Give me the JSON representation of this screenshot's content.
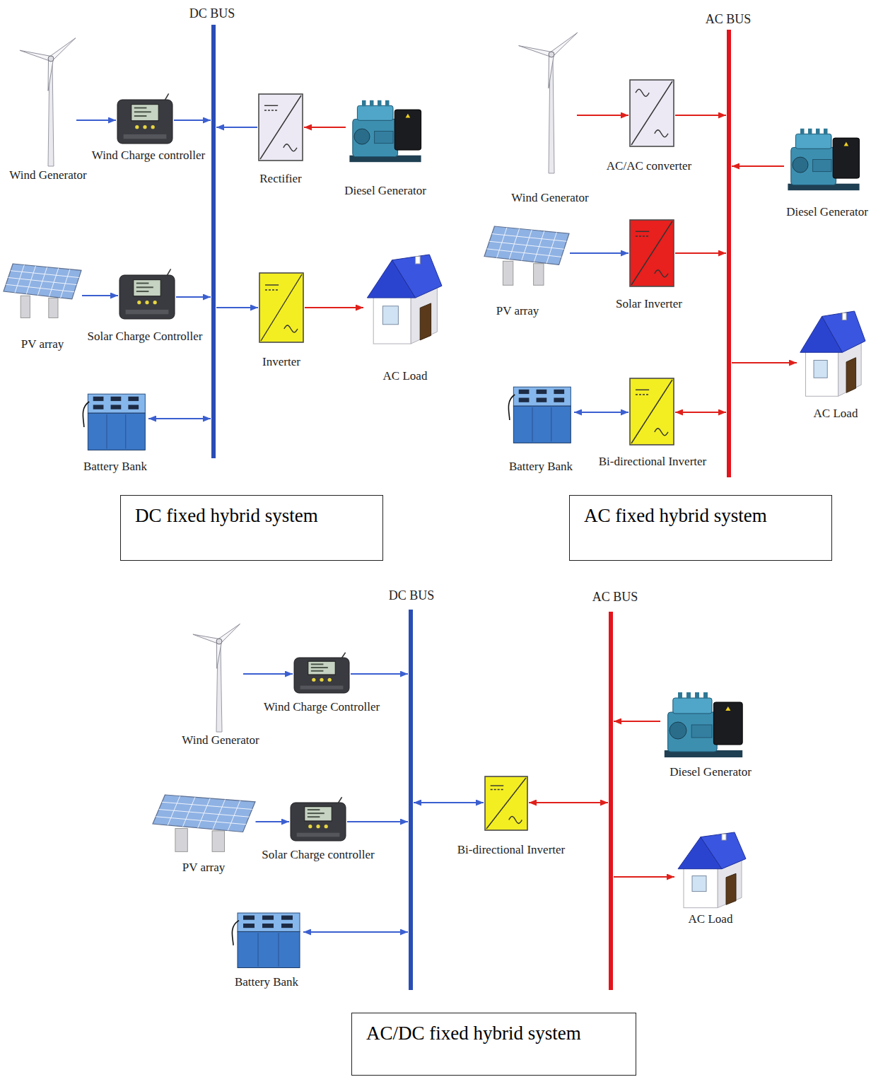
{
  "diagram": {
    "nodes": [
      {
        "text": [
          "DC BUS"
        ]
      },
      {
        "text": [
          "Wind Generator"
        ]
      },
      {
        "text": [
          "Wind Charge controller"
        ]
      },
      {
        "text": [
          "Rectifier"
        ]
      },
      {
        "text": [
          "Diesel Generator"
        ]
      },
      {
        "text": [
          "PV array"
        ]
      },
      {
        "text": [
          "Solar Charge Controller"
        ]
      },
      {
        "text": [
          "Inverter"
        ]
      },
      {
        "text": [
          "AC Load"
        ]
      },
      {
        "text": [
          "Battery Bank"
        ]
      },
      {
        "text": [
          "DC fixed hybrid system"
        ]
      },
      {
        "text": [
          "AC BUS"
        ]
      },
      {
        "text": [
          "Wind Generator"
        ]
      },
      {
        "text": [
          "AC/AC converter"
        ]
      },
      {
        "text": [
          "Diesel Generator"
        ]
      },
      {
        "text": [
          "PV array"
        ]
      },
      {
        "text": [
          "Solar Inverter"
        ]
      },
      {
        "text": [
          "AC Load"
        ]
      },
      {
        "text": [
          "Battery Bank"
        ]
      },
      {
        "text": [
          "Bi-directional Inverter"
        ]
      },
      {
        "text": [
          "AC fixed hybrid system"
        ]
      },
      {
        "text": [
          "DC BUS"
        ]
      },
      {
        "text": [
          "AC BUS"
        ]
      },
      {
        "text": [
          "Wind Generator"
        ]
      },
      {
        "text": [
          "Wind Charge Controller"
        ]
      },
      {
        "text": [
          "PV array"
        ]
      },
      {
        "text": [
          "Solar Charge controller"
        ]
      },
      {
        "text": [
          "Bi-directional Inverter"
        ]
      },
      {
        "text": [
          "Diesel Generator"
        ]
      },
      {
        "text": [
          "AC Load"
        ]
      },
      {
        "text": [
          "Battery Bank"
        ]
      },
      {
        "text": [
          "AC/DC fixed hybrid system"
        ]
      }
    ],
    "edges": [
      {
        "from": 1,
        "to": 2,
        "arrow": "to"
      },
      {
        "from": 2,
        "to": 0,
        "arrow": "to"
      },
      {
        "from": 4,
        "to": 3,
        "arrow": "to"
      },
      {
        "from": 3,
        "to": 0,
        "arrow": "to"
      },
      {
        "from": 5,
        "to": 6,
        "arrow": "to"
      },
      {
        "from": 6,
        "to": 0,
        "arrow": "to"
      },
      {
        "from": 0,
        "to": 7,
        "arrow": "to"
      },
      {
        "from": 7,
        "to": 8,
        "arrow": "to"
      },
      {
        "from": 9,
        "to": 0,
        "arrow": "both"
      },
      {
        "from": 12,
        "to": 13,
        "arrow": "to"
      },
      {
        "from": 13,
        "to": 11,
        "arrow": "to"
      },
      {
        "from": 14,
        "to": 11,
        "arrow": "to"
      },
      {
        "from": 15,
        "to": 16,
        "arrow": "to"
      },
      {
        "from": 16,
        "to": 11,
        "arrow": "to"
      },
      {
        "from": 11,
        "to": 17,
        "arrow": "to"
      },
      {
        "from": 18,
        "to": 19,
        "arrow": "both"
      },
      {
        "from": 19,
        "to": 11,
        "arrow": "both"
      },
      {
        "from": 23,
        "to": 24,
        "arrow": "to"
      },
      {
        "from": 24,
        "to": 21,
        "arrow": "to"
      },
      {
        "from": 25,
        "to": 26,
        "arrow": "to"
      },
      {
        "from": 26,
        "to": 21,
        "arrow": "to"
      },
      {
        "from": 30,
        "to": 21,
        "arrow": "both"
      },
      {
        "from": 21,
        "to": 27,
        "arrow": "both"
      },
      {
        "from": 27,
        "to": 22,
        "arrow": "both"
      },
      {
        "from": 28,
        "to": 22,
        "arrow": "to"
      },
      {
        "from": 22,
        "to": 29,
        "arrow": "to"
      }
    ]
  }
}
